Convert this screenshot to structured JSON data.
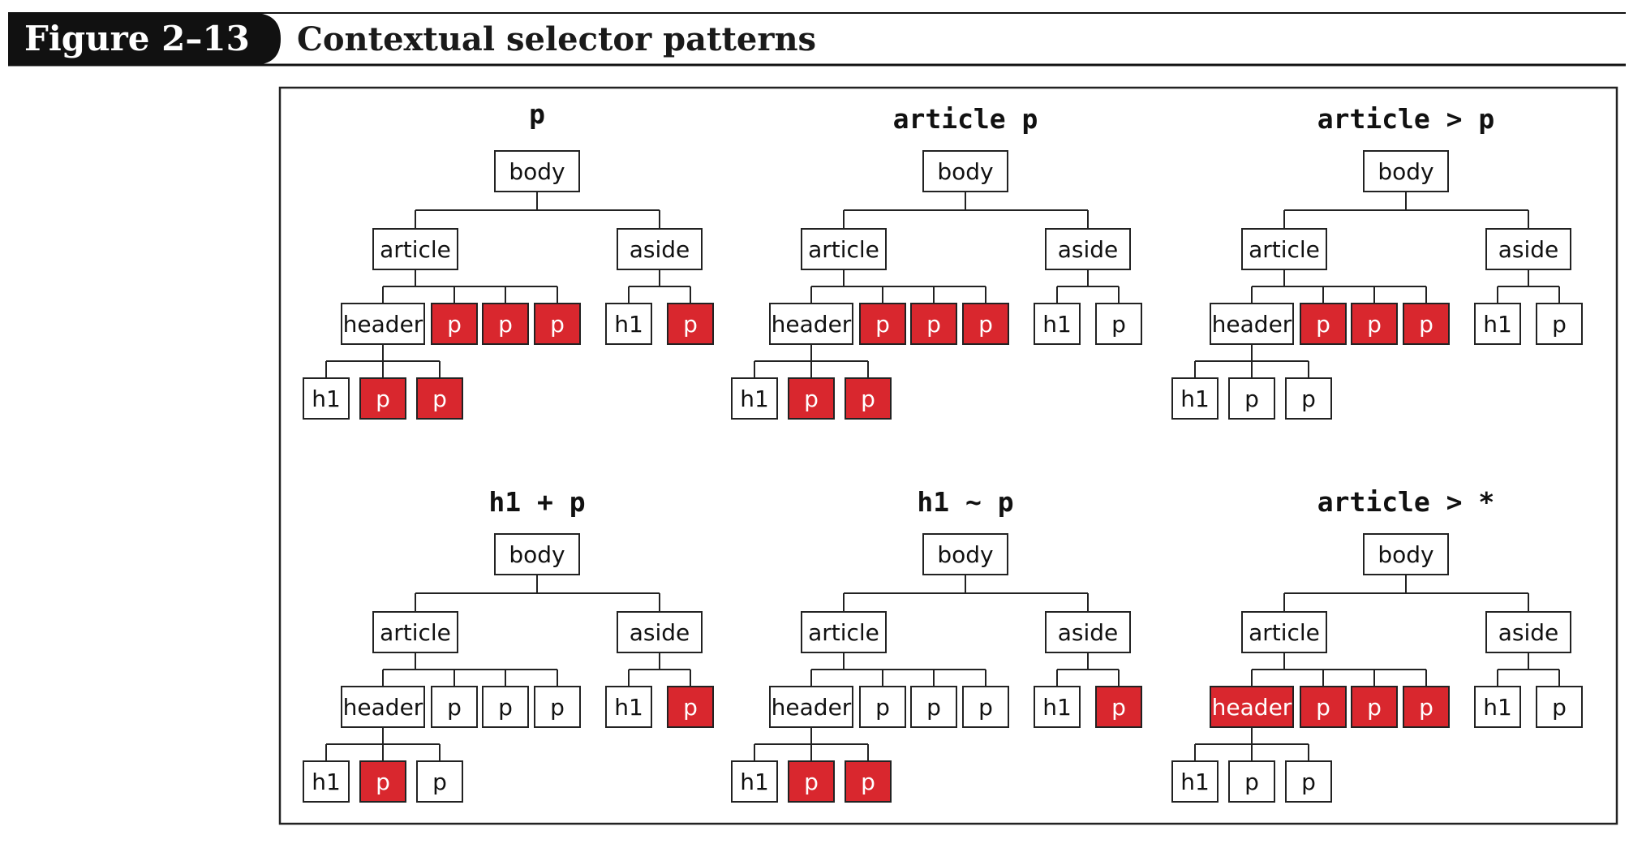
{
  "figure": {
    "label": "Figure 2–13",
    "title": "Contextual selector patterns"
  },
  "colors": {
    "highlight": "#d9272e",
    "plain": "#ffffff",
    "banner": "#111111",
    "text_dark": "#111111",
    "text_light": "#ffffff"
  },
  "diagrams": [
    {
      "selector": "p",
      "tree": {
        "label": "body",
        "children": [
          {
            "label": "article",
            "children": [
              {
                "label": "header",
                "children": [
                  {
                    "label": "h1"
                  },
                  {
                    "label": "p",
                    "highlighted": true
                  },
                  {
                    "label": "p",
                    "highlighted": true
                  }
                ]
              },
              {
                "label": "p",
                "highlighted": true
              },
              {
                "label": "p",
                "highlighted": true
              },
              {
                "label": "p",
                "highlighted": true
              }
            ]
          },
          {
            "label": "aside",
            "children": [
              {
                "label": "h1"
              },
              {
                "label": "p",
                "highlighted": true
              }
            ]
          }
        ]
      }
    },
    {
      "selector": "article p",
      "tree": {
        "label": "body",
        "children": [
          {
            "label": "article",
            "children": [
              {
                "label": "header",
                "children": [
                  {
                    "label": "h1"
                  },
                  {
                    "label": "p",
                    "highlighted": true
                  },
                  {
                    "label": "p",
                    "highlighted": true
                  }
                ]
              },
              {
                "label": "p",
                "highlighted": true
              },
              {
                "label": "p",
                "highlighted": true
              },
              {
                "label": "p",
                "highlighted": true
              }
            ]
          },
          {
            "label": "aside",
            "children": [
              {
                "label": "h1"
              },
              {
                "label": "p"
              }
            ]
          }
        ]
      }
    },
    {
      "selector": "article > p",
      "tree": {
        "label": "body",
        "children": [
          {
            "label": "article",
            "children": [
              {
                "label": "header",
                "children": [
                  {
                    "label": "h1"
                  },
                  {
                    "label": "p"
                  },
                  {
                    "label": "p"
                  }
                ]
              },
              {
                "label": "p",
                "highlighted": true
              },
              {
                "label": "p",
                "highlighted": true
              },
              {
                "label": "p",
                "highlighted": true
              }
            ]
          },
          {
            "label": "aside",
            "children": [
              {
                "label": "h1"
              },
              {
                "label": "p"
              }
            ]
          }
        ]
      }
    },
    {
      "selector": "h1 + p",
      "tree": {
        "label": "body",
        "children": [
          {
            "label": "article",
            "children": [
              {
                "label": "header",
                "children": [
                  {
                    "label": "h1"
                  },
                  {
                    "label": "p",
                    "highlighted": true
                  },
                  {
                    "label": "p"
                  }
                ]
              },
              {
                "label": "p"
              },
              {
                "label": "p"
              },
              {
                "label": "p"
              }
            ]
          },
          {
            "label": "aside",
            "children": [
              {
                "label": "h1"
              },
              {
                "label": "p",
                "highlighted": true
              }
            ]
          }
        ]
      }
    },
    {
      "selector": "h1 ~ p",
      "tree": {
        "label": "body",
        "children": [
          {
            "label": "article",
            "children": [
              {
                "label": "header",
                "children": [
                  {
                    "label": "h1"
                  },
                  {
                    "label": "p",
                    "highlighted": true
                  },
                  {
                    "label": "p",
                    "highlighted": true
                  }
                ]
              },
              {
                "label": "p"
              },
              {
                "label": "p"
              },
              {
                "label": "p"
              }
            ]
          },
          {
            "label": "aside",
            "children": [
              {
                "label": "h1"
              },
              {
                "label": "p",
                "highlighted": true
              }
            ]
          }
        ]
      }
    },
    {
      "selector": "article > *",
      "tree": {
        "label": "body",
        "children": [
          {
            "label": "article",
            "children": [
              {
                "label": "header",
                "highlighted": true,
                "children": [
                  {
                    "label": "h1"
                  },
                  {
                    "label": "p"
                  },
                  {
                    "label": "p"
                  }
                ]
              },
              {
                "label": "p",
                "highlighted": true
              },
              {
                "label": "p",
                "highlighted": true
              },
              {
                "label": "p",
                "highlighted": true
              }
            ]
          },
          {
            "label": "aside",
            "children": [
              {
                "label": "h1"
              },
              {
                "label": "p"
              }
            ]
          }
        ]
      }
    }
  ]
}
